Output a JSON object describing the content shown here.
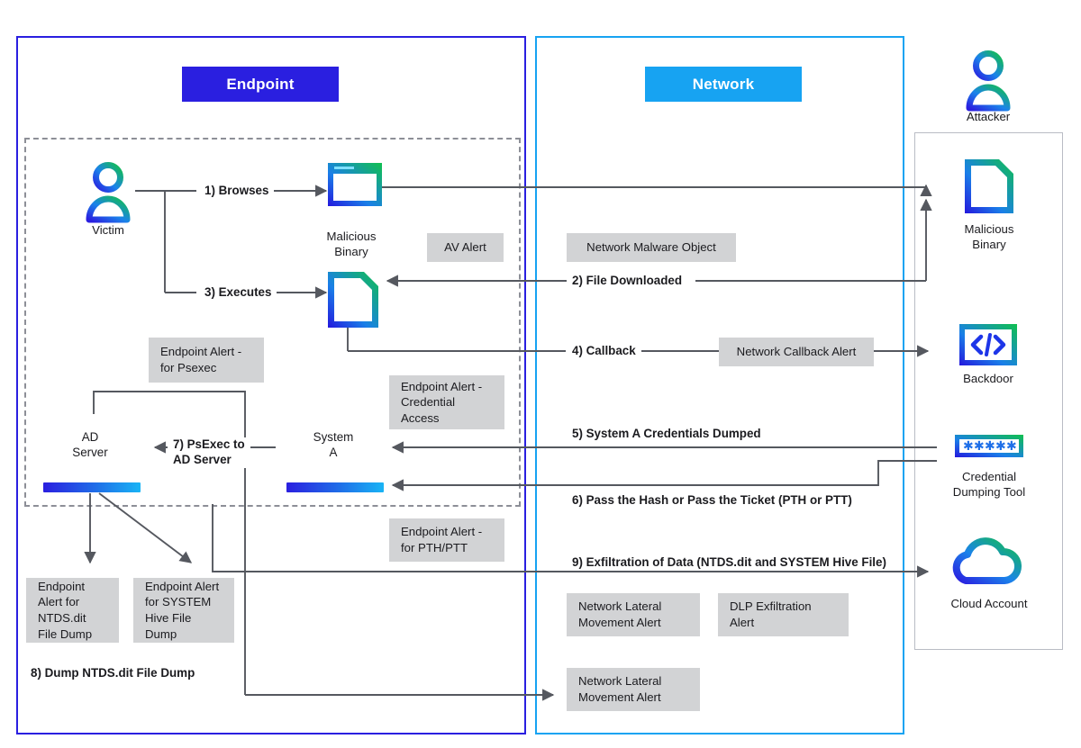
{
  "zones": {
    "endpoint": {
      "label": "Endpoint",
      "color": "#2a1fe0"
    },
    "network": {
      "label": "Network",
      "color": "#17a3f2"
    }
  },
  "nodes": {
    "victim": {
      "label": "Victim",
      "icon": "person-icon"
    },
    "browser": {
      "label": "",
      "icon": "browser-window-icon"
    },
    "malicious_binary_endpoint": {
      "label": "Malicious\nBinary",
      "icon": "document-icon"
    },
    "ad_server": {
      "label": "AD\nServer",
      "icon": "monitor-icon"
    },
    "system_a": {
      "label": "System\nA",
      "icon": "monitor-icon"
    },
    "attacker": {
      "label": "Attacker",
      "icon": "person-icon"
    },
    "malicious_binary_attacker": {
      "label": "Malicious\nBinary",
      "icon": "document-icon"
    },
    "backdoor": {
      "label": "Backdoor",
      "icon": "code-brackets-icon"
    },
    "credential_dumping_tool": {
      "label": "Credential\nDumping Tool",
      "icon": "password-field-icon"
    },
    "cloud_account": {
      "label": "Cloud Account",
      "icon": "cloud-icon"
    }
  },
  "flows": [
    {
      "id": "1",
      "label": "1) Browses"
    },
    {
      "id": "2",
      "label": "2) File Downloaded"
    },
    {
      "id": "3",
      "label": "3) Executes"
    },
    {
      "id": "4",
      "label": "4) Callback"
    },
    {
      "id": "5",
      "label": "5) System A Credentials Dumped"
    },
    {
      "id": "6",
      "label": "6) Pass the Hash or Pass the Ticket (PTH or PTT)"
    },
    {
      "id": "7",
      "label": "7) PsExec to\nAD Server"
    },
    {
      "id": "8",
      "label": "8) Dump NTDS.dit File Dump"
    },
    {
      "id": "9",
      "label": "9) Exfiltration of Data (NTDS.dit and SYSTEM Hive File)"
    }
  ],
  "alerts": {
    "av": "AV Alert",
    "network_malware_object": "Network Malware Object",
    "network_callback": "Network Callback Alert",
    "endpoint_psexec": "Endpoint Alert -\nfor Psexec",
    "endpoint_credential_access": "Endpoint Alert -\nCredential\nAccess",
    "endpoint_pth_ptt": "Endpoint Alert -\nfor PTH/PTT",
    "endpoint_ntds": "Endpoint\nAlert for\nNTDS.dit\nFile Dump",
    "endpoint_system_hive": "Endpoint Alert\nfor SYSTEM\nHive File\nDump",
    "network_lateral_1": "Network Lateral\nMovement Alert",
    "dlp_exfiltration": "DLP Exfiltration\nAlert",
    "network_lateral_2": "Network Lateral\nMovement Alert"
  },
  "colors": {
    "endpoint_blue": "#2a1fe0",
    "network_blue": "#17a3f2",
    "alert_gray": "#d2d3d5",
    "connector_gray": "#55585f",
    "gradient_green": "#10bf4e",
    "gradient_blue": "#1d35e8"
  }
}
